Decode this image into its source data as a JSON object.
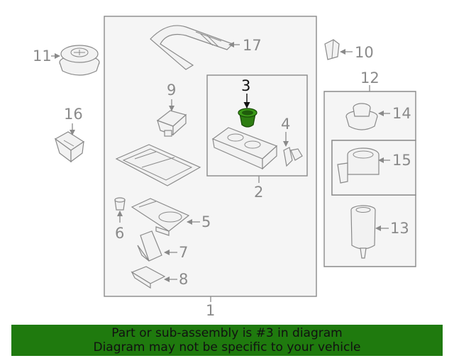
{
  "callouts": {
    "c1": "1",
    "c2": "2",
    "c3": "3",
    "c4": "4",
    "c5": "5",
    "c6": "6",
    "c7": "7",
    "c8": "8",
    "c9": "9",
    "c10": "10",
    "c11": "11",
    "c12": "12",
    "c13": "13",
    "c14": "14",
    "c15": "15",
    "c16": "16",
    "c17": "17"
  },
  "highlighted_part": "3",
  "colors": {
    "highlight_part": "#2e7d12",
    "banner_background": "#1f7a0e",
    "line_gray": "#8a8a8a",
    "box_fill": "#f5f5f5"
  },
  "banner": {
    "line1": "Part or sub-assembly is #3 in diagram",
    "line2": "Diagram may not be specific to your vehicle"
  }
}
